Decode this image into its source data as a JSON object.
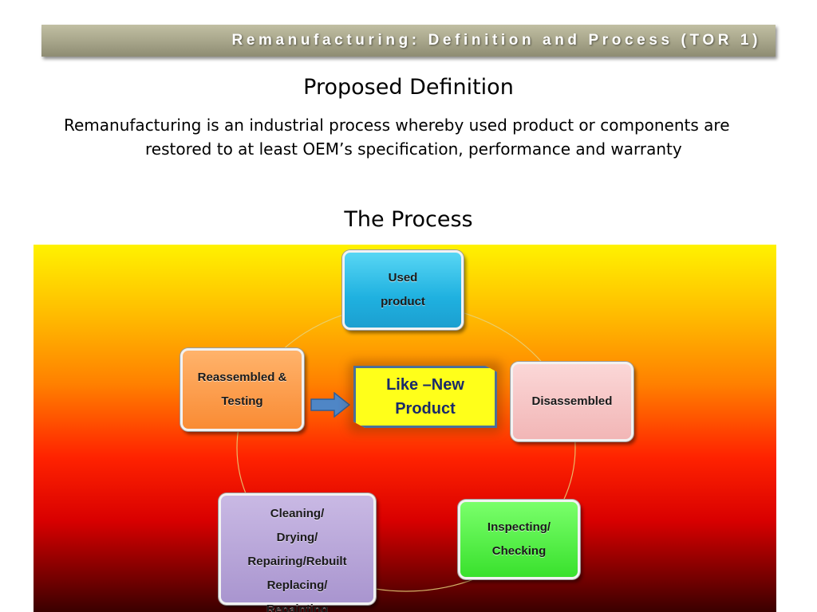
{
  "header": {
    "title": "Remanufacturing: Definition and Process (TOR 1)"
  },
  "definition_section": {
    "heading": "Proposed Definition",
    "text_line1": "Remanufacturing is an industrial process whereby used product or components are",
    "text_line2": "restored to at least OEM’s specification, performance and warranty"
  },
  "process_section": {
    "heading": "The Process",
    "center": {
      "line1": "Like –New",
      "line2": "Product"
    },
    "steps": {
      "used": {
        "line1": "Used",
        "line2": "product"
      },
      "disassembled": {
        "label": "Disassembled"
      },
      "inspecting": {
        "line1": "Inspecting/",
        "line2": "Checking"
      },
      "cleaning": {
        "line1": "Cleaning/",
        "line2": "Drying/",
        "line3": "Repairing/Rebuilt",
        "line4": "Replacing/",
        "line5": "Repainting"
      },
      "reassembled": {
        "line1": "Reassembled &",
        "line2": "Testing"
      }
    }
  },
  "colors": {
    "used": "#1fb1e0",
    "disassembled": "#f2b6b6",
    "inspecting": "#39e12d",
    "cleaning": "#a995cf",
    "reassembled": "#f98b34",
    "center": "#ffff1a",
    "arrow": "#4f86c6"
  }
}
